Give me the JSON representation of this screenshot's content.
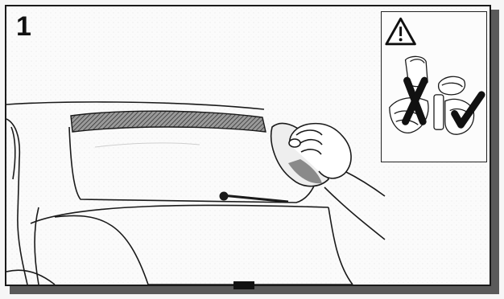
{
  "step": {
    "number": "1"
  },
  "scene": {
    "subject": "car-rear-window",
    "action": "clean-with-cloth",
    "highlight_area": "roof-spoiler-edge"
  },
  "inset": {
    "warning_symbol": "warning-triangle-icon",
    "wrong_mark": "cross-mark-icon",
    "correct_mark": "check-mark-icon"
  },
  "colors": {
    "line": "#1a1a1a",
    "hatch": "#6a6a6a",
    "cloth": "#8a8a8a",
    "shadow": "#5a5a5a"
  }
}
